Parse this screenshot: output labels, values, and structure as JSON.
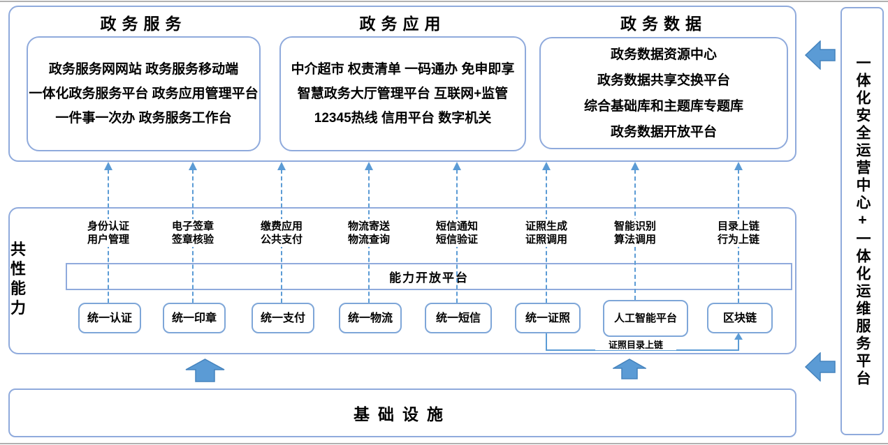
{
  "top_sections": [
    {
      "title": "政务服务",
      "lines": [
        "政务服务网网站 政务服务移动端",
        "一体化政务服务平台 政务应用管理平台",
        "一件事一次办 政务服务工作台"
      ]
    },
    {
      "title": "政务应用",
      "lines": [
        "中介超市 权责清单 一码通办 免申即享",
        "智慧政务大厅管理平台 互联网+监管",
        "12345热线 信用平台 数字机关"
      ]
    },
    {
      "title": "政务数据",
      "lines": [
        "政务数据资源中心",
        "政务数据共享交换平台",
        "综合基础库和主题库专题库",
        "政务数据开放平台"
      ]
    }
  ],
  "middle": {
    "side_label": "共性能力",
    "platform_bar_label": "能力开放平台",
    "columns": [
      {
        "capability": [
          "身份认证",
          "用户管理"
        ],
        "unified": "统一认证"
      },
      {
        "capability": [
          "电子签章",
          "签章核验"
        ],
        "unified": "统一印章"
      },
      {
        "capability": [
          "缴费应用",
          "公共支付"
        ],
        "unified": "统一支付"
      },
      {
        "capability": [
          "物流寄送",
          "物流查询"
        ],
        "unified": "统一物流"
      },
      {
        "capability": [
          "短信通知",
          "短信验证"
        ],
        "unified": "统一短信"
      },
      {
        "capability": [
          "证照生成",
          "证照调用"
        ],
        "unified": "统一证照"
      },
      {
        "capability": [
          "智能识别",
          "算法调用"
        ],
        "unified": "人工智能平台"
      },
      {
        "capability": [
          "目录上链",
          "行为上链"
        ],
        "unified": "区块链"
      }
    ],
    "connector_label": "证照目录上链"
  },
  "bottom_label": "基础设施",
  "right_panel_label": "一体化安全运营中心+一体化运维服务平台",
  "colors": {
    "box_border": "#8FAADC",
    "accent_blue": "#5B9BD5",
    "text": "#000000"
  }
}
